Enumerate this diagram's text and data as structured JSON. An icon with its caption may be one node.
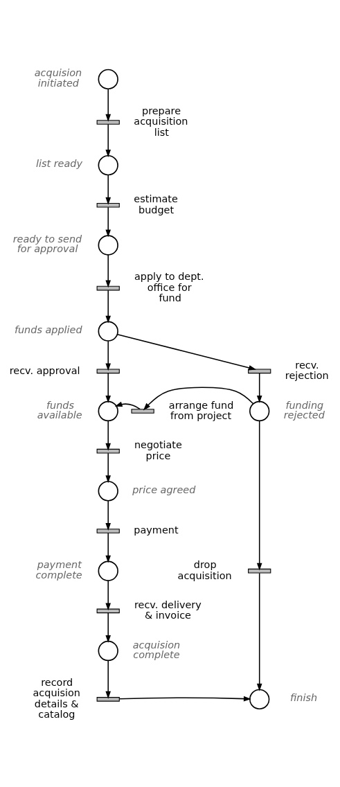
{
  "diagram": {
    "nodes": [
      {
        "text": [],
        "shape": "circle",
        "beside": [
          "acquision initiated"
        ]
      },
      {
        "text": [],
        "shape": "bar",
        "beside": [
          "prepare acquisition list"
        ]
      },
      {
        "text": [],
        "shape": "circle",
        "beside": [
          "list ready"
        ]
      },
      {
        "text": [],
        "shape": "bar",
        "beside": [
          "estimate budget"
        ]
      },
      {
        "text": [],
        "shape": "circle",
        "beside": [
          "ready to send for approval"
        ]
      },
      {
        "text": [],
        "shape": "bar",
        "beside": [
          "apply to dept. office for fund"
        ]
      },
      {
        "text": [],
        "shape": "circle",
        "beside": [
          "funds applied"
        ]
      },
      {
        "text": [],
        "shape": "bar",
        "beside": [
          "recv. approval"
        ]
      },
      {
        "text": [],
        "shape": "bar",
        "beside": [
          "recv. rejection"
        ]
      },
      {
        "text": [],
        "shape": "circle",
        "beside": [
          "funds available"
        ]
      },
      {
        "text": [],
        "shape": "bar",
        "beside": [
          "arrange fund from project"
        ]
      },
      {
        "text": [],
        "shape": "circle",
        "beside": [
          "funding rejected"
        ]
      },
      {
        "text": [],
        "shape": "bar",
        "beside": [
          "negotiate price"
        ]
      },
      {
        "text": [],
        "shape": "circle",
        "beside": [
          "price agreed"
        ]
      },
      {
        "text": [],
        "shape": "bar",
        "beside": [
          "payment"
        ]
      },
      {
        "text": [],
        "shape": "circle",
        "beside": [
          "payment complete"
        ]
      },
      {
        "text": [],
        "shape": "bar",
        "beside": [
          "drop acquisition"
        ]
      },
      {
        "text": [],
        "shape": "bar",
        "beside": [
          "recv. delivery & invoice"
        ]
      },
      {
        "text": [],
        "shape": "circle",
        "beside": [
          "acquision complete"
        ]
      },
      {
        "text": [],
        "shape": "bar",
        "beside": [
          "record acquision details & catalog"
        ]
      },
      {
        "text": [],
        "shape": "circle",
        "beside": [
          "finish"
        ]
      }
    ],
    "edges": [
      {
        "from": 0,
        "to": 1,
        "arrow": "to"
      },
      {
        "from": 1,
        "to": 2,
        "arrow": "to"
      },
      {
        "from": 2,
        "to": 3,
        "arrow": "to"
      },
      {
        "from": 3,
        "to": 4,
        "arrow": "to"
      },
      {
        "from": 4,
        "to": 5,
        "arrow": "to"
      },
      {
        "from": 5,
        "to": 6,
        "arrow": "to"
      },
      {
        "from": 6,
        "to": 7,
        "arrow": "to"
      },
      {
        "from": 6,
        "to": 8,
        "arrow": "to"
      },
      {
        "from": 7,
        "to": 9,
        "arrow": "to"
      },
      {
        "from": 8,
        "to": 11,
        "arrow": "to"
      },
      {
        "from": 11,
        "to": 10,
        "arrow": "to"
      },
      {
        "from": 10,
        "to": 9,
        "arrow": "to"
      },
      {
        "from": 9,
        "to": 12,
        "arrow": "to"
      },
      {
        "from": 12,
        "to": 13,
        "arrow": "to"
      },
      {
        "from": 13,
        "to": 14,
        "arrow": "to"
      },
      {
        "from": 14,
        "to": 15,
        "arrow": "to"
      },
      {
        "from": 15,
        "to": 17,
        "arrow": "to"
      },
      {
        "from": 17,
        "to": 18,
        "arrow": "to"
      },
      {
        "from": 18,
        "to": 19,
        "arrow": "to"
      },
      {
        "from": 19,
        "to": 20,
        "arrow": "to"
      },
      {
        "from": 11,
        "to": 16,
        "arrow": "to"
      },
      {
        "from": 16,
        "to": 20,
        "arrow": "to"
      }
    ]
  }
}
